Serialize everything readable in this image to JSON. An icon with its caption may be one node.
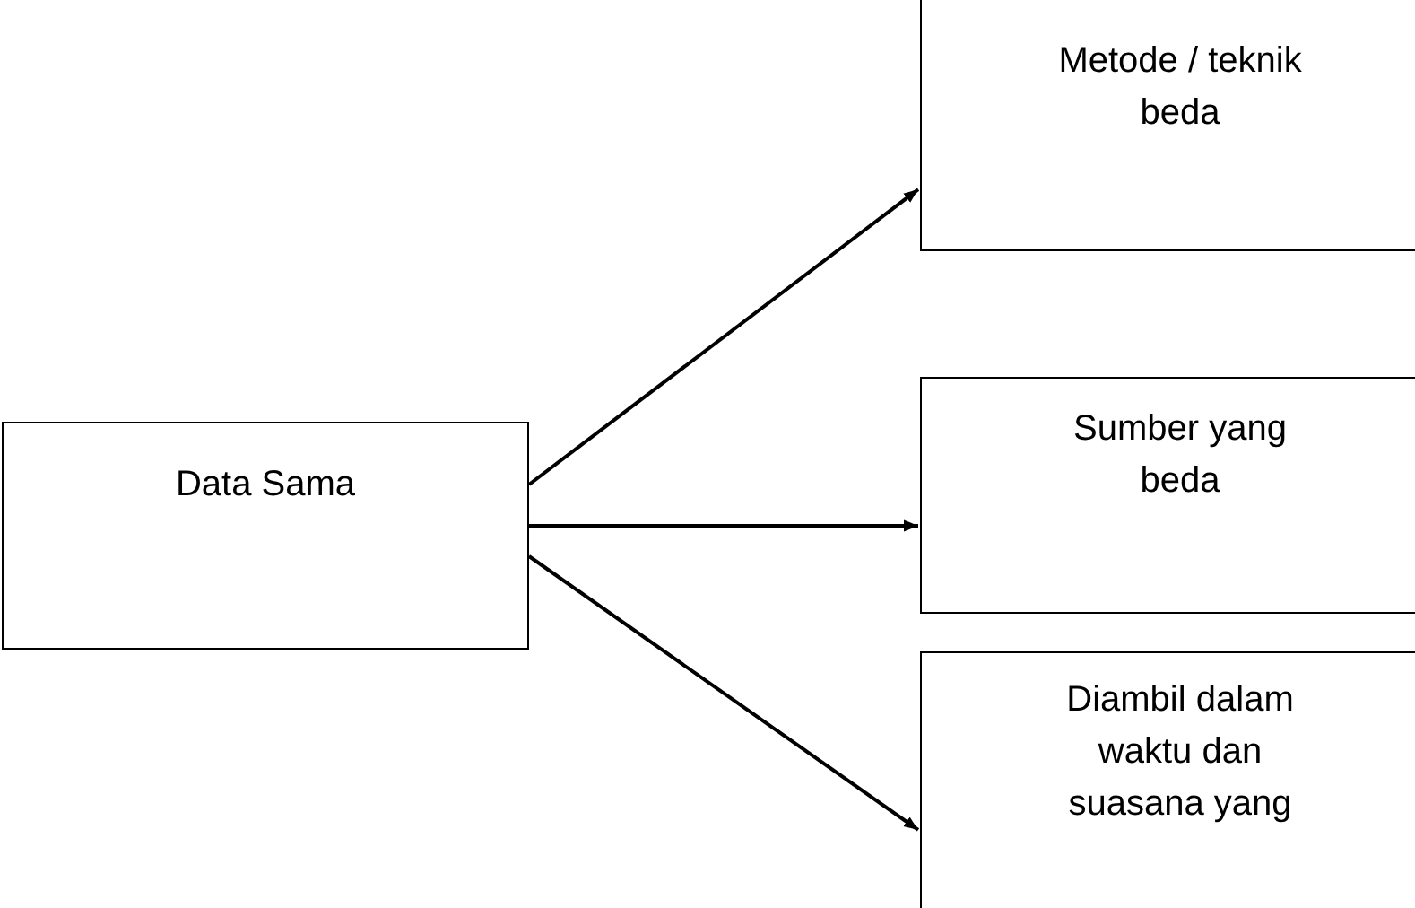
{
  "diagram": {
    "nodes": [
      {
        "text": [
          "Data Sama"
        ]
      },
      {
        "text": [
          "Metode / teknik beda"
        ]
      },
      {
        "text": [
          "Sumber yang beda"
        ]
      },
      {
        "text": [
          "Diambil dalam waktu dan suasana yang"
        ]
      }
    ],
    "edges": [
      {
        "from": 0,
        "to": 1,
        "arrow": "to"
      },
      {
        "from": 0,
        "to": 2,
        "arrow": "to"
      },
      {
        "from": 0,
        "to": 3,
        "arrow": "to"
      }
    ]
  }
}
